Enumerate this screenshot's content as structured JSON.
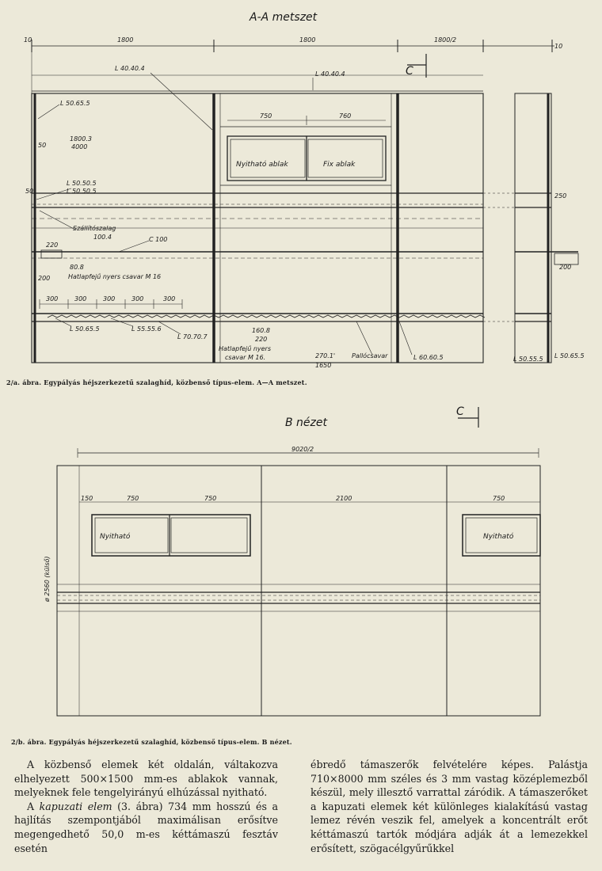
{
  "figure_a": {
    "title": "A-A metszet",
    "dims_top": [
      "10",
      "1800",
      "1800",
      "1800/2",
      "10"
    ],
    "labels": {
      "l40_a": "L 40.40.4",
      "l40_b": "L 40.40.4",
      "c_mark": "C",
      "l50_65": "L 50.65.5",
      "d1800_3": "1800.3",
      "d4000": "4000",
      "d50": "50",
      "d750": "750",
      "d760": "760",
      "win_open": "Nyitható ablak",
      "win_fix": "Fix ablak",
      "l50_50": "L 50.50.5",
      "l50_50b": "L 50.50.5",
      "d50b": "50",
      "szallito": "Szállítószalag",
      "d100_4": "100.4",
      "c100": "C 100",
      "d220": "220",
      "d80_8": "80.8",
      "csavar1": "Hatlapfejű nyers csavar M 16",
      "d200": "200",
      "d300s": [
        "300",
        "300",
        "300",
        "300",
        "300"
      ],
      "l50_65b": "L 50.65.5",
      "l55_55": "L 55.55.6",
      "l70_70": "L 70.70.7",
      "d160_8": "160.8",
      "d220b": "220",
      "csavar2a": "Hatlapfejű nyers",
      "csavar2b": "csavar M 16.",
      "d270": "270.1'",
      "d1650": "1650",
      "pallo": "Pallócsavar",
      "l60_60": "L 60.60.5",
      "d250": "250",
      "d200b": "200",
      "l50_55": "L 50.55.5",
      "l50_65c": "L 50.65.5"
    },
    "caption": "2/a. ábra. Egypályás héjszerkezetű szalaghíd, közbenső típus-elem. A—A metszet."
  },
  "figure_b": {
    "title": "B nézet",
    "c_mark": "C",
    "overall": "9020/2",
    "dims": [
      "150",
      "750",
      "750",
      "2100",
      "750"
    ],
    "height": "ø 2560 (külső)",
    "win_left": "Nyitható",
    "win_right": "Nyitható",
    "caption": "2/b. ábra. Egypályás héjszerkezetű szalaghíd, közbenső típus-elem. B nézet."
  },
  "text": {
    "left_p1": "A közbenső elemek két oldalán, váltakozva elhelyezett 500×1500 mm-es ablakok vannak, melyeknek fele tengelyirányú elhúzással nyitható.",
    "left_p2_pre": "A ",
    "left_p2_em": "kapuzati elem",
    "left_p2_post": " (3. ábra) 734 mm hosszú és a hajlítás szempontjából maximálisan erősítve megengedhető 50,0 m-es kéttámaszú fesztáv esetén",
    "right_p1": "ébredő támaszerők felvételére képes. Palástja 710×8000 mm széles és 3 mm vastag középlemezből készül, mely illesztő varrattal záródik. A támaszerőket a kapuzati elemek két különleges kialakítású vastag lemez révén veszik fel, amelyek a koncentrált erőt kéttámaszú tartók módjára adják át a lemezekkel erősített, szögacélgyűrűkkel"
  }
}
